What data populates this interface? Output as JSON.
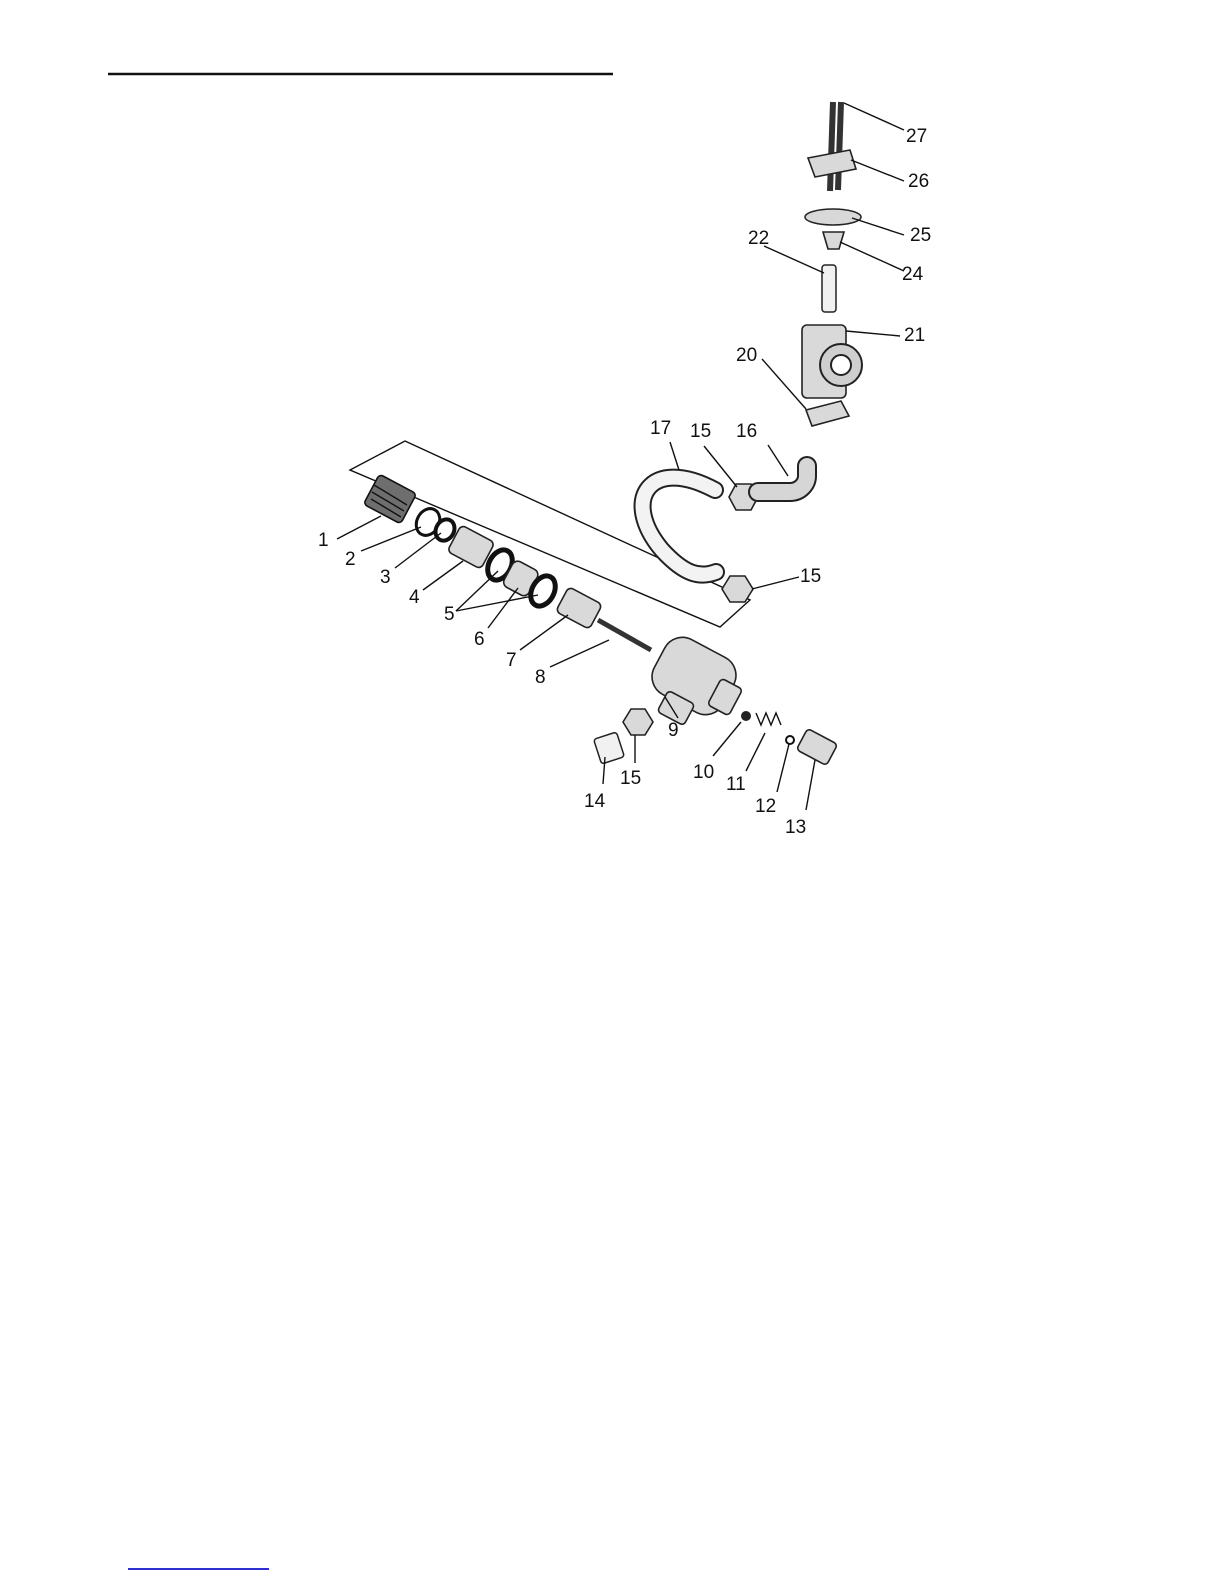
{
  "callouts": [
    {
      "id": "c1",
      "label": "1"
    },
    {
      "id": "c2",
      "label": "2"
    },
    {
      "id": "c3",
      "label": "3"
    },
    {
      "id": "c4",
      "label": "4"
    },
    {
      "id": "c5",
      "label": "5"
    },
    {
      "id": "c6",
      "label": "6"
    },
    {
      "id": "c7",
      "label": "7"
    },
    {
      "id": "c8",
      "label": "8"
    },
    {
      "id": "c9",
      "label": "9"
    },
    {
      "id": "c10",
      "label": "10"
    },
    {
      "id": "c11",
      "label": "11"
    },
    {
      "id": "c12",
      "label": "12"
    },
    {
      "id": "c13",
      "label": "13"
    },
    {
      "id": "c14",
      "label": "14"
    },
    {
      "id": "c15a",
      "label": "15"
    },
    {
      "id": "c15b",
      "label": "15"
    },
    {
      "id": "c15c",
      "label": "15"
    },
    {
      "id": "c16",
      "label": "16"
    },
    {
      "id": "c17",
      "label": "17"
    },
    {
      "id": "c20",
      "label": "20"
    },
    {
      "id": "c21",
      "label": "21"
    },
    {
      "id": "c22",
      "label": "22"
    },
    {
      "id": "c24",
      "label": "24"
    },
    {
      "id": "c25",
      "label": "25"
    },
    {
      "id": "c26",
      "label": "26"
    },
    {
      "id": "c27",
      "label": "27"
    }
  ],
  "colors": {
    "line": "#111111",
    "part_fill": "#d9d9d9",
    "part_dark": "#6e6e6e",
    "footer_link": "#2f2fd0"
  }
}
